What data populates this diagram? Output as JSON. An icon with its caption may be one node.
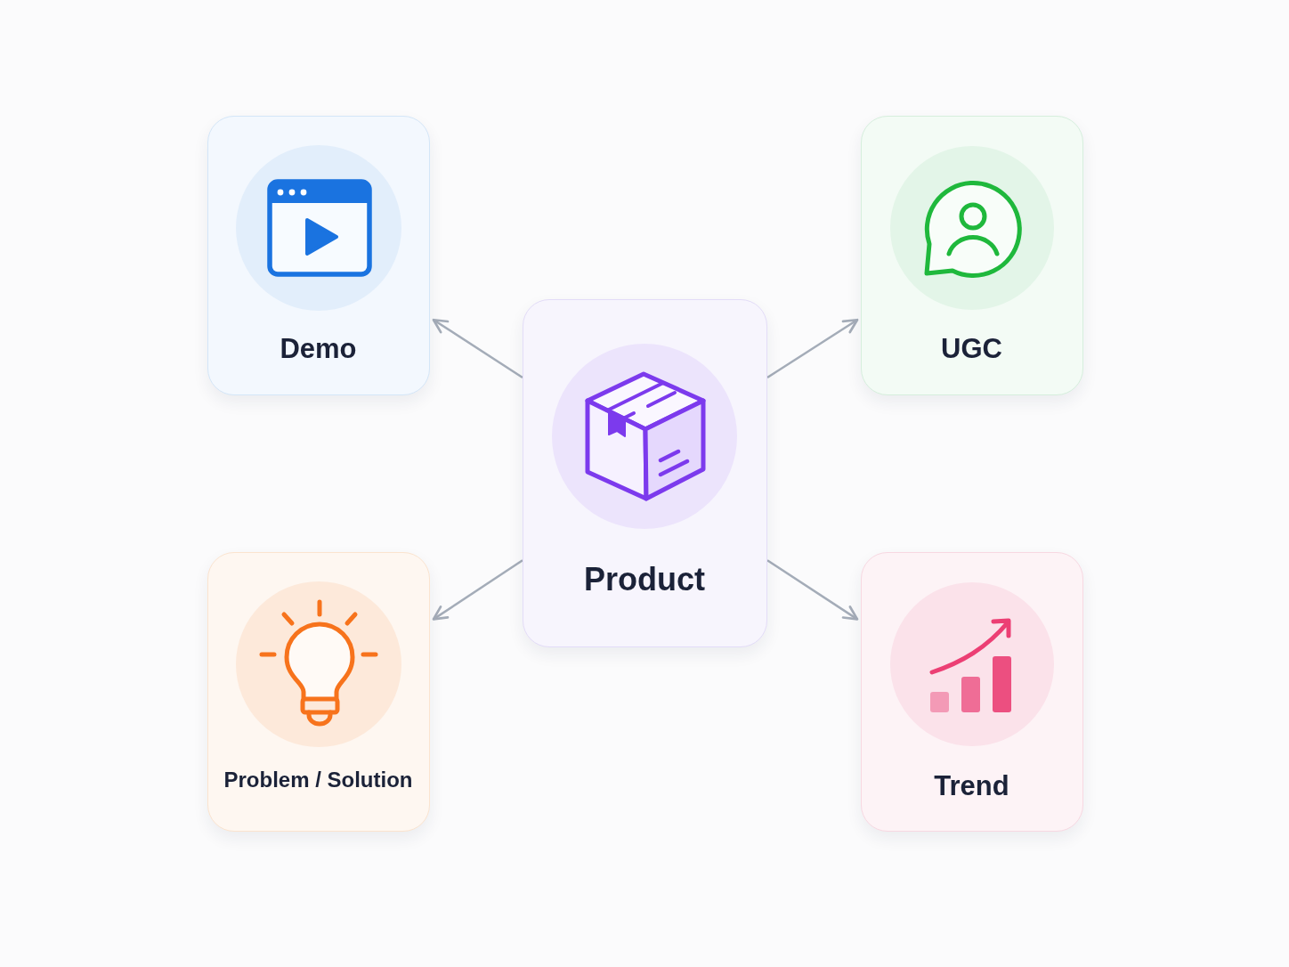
{
  "diagram": {
    "nodes": [
      {
        "text": [
          "Demo"
        ]
      },
      {
        "text": [
          "UGC"
        ]
      },
      {
        "text": [
          "Product"
        ]
      },
      {
        "text": [
          "Problem / Solution"
        ]
      },
      {
        "text": [
          "Trend"
        ]
      }
    ],
    "edges": [
      {
        "from": 2,
        "to": 0,
        "arrow": "to"
      },
      {
        "from": 2,
        "to": 1,
        "arrow": "to"
      },
      {
        "from": 2,
        "to": 3,
        "arrow": "to"
      },
      {
        "from": 2,
        "to": 4,
        "arrow": "to"
      }
    ]
  }
}
